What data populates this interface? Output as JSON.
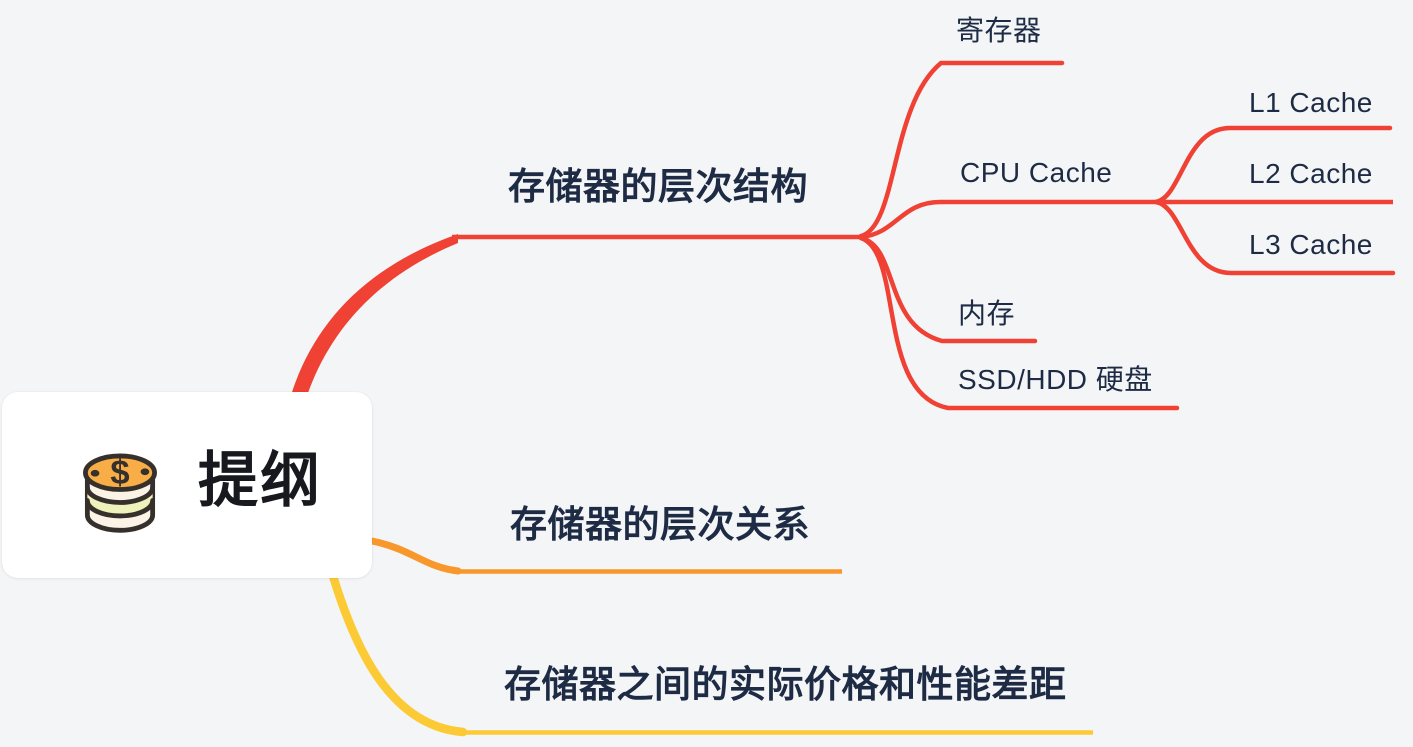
{
  "colors": {
    "background": "#F4F5F6",
    "red": "#EF4134",
    "orange": "#F8982C",
    "yellow": "#FCCA35",
    "text": "#1E2B45",
    "root_text": "#17191E",
    "root_box": "#FFFFFF",
    "icon_orange": "#F8AD47",
    "icon_cream": "#FAF3E6",
    "icon_green": "#EFF2BA",
    "icon_outline": "#35302B"
  },
  "root": {
    "label": "提纲",
    "icon": "coin-stack"
  },
  "branches": [
    {
      "label": "存储器的层次结构",
      "color": "red",
      "children": [
        {
          "label": "寄存器",
          "children": []
        },
        {
          "label": "CPU Cache",
          "children": [
            {
              "label": "L1 Cache"
            },
            {
              "label": "L2 Cache"
            },
            {
              "label": "L3 Cache"
            }
          ]
        },
        {
          "label": "内存",
          "children": []
        },
        {
          "label": "SSD/HDD 硬盘",
          "children": []
        }
      ]
    },
    {
      "label": "存储器的层次关系",
      "color": "orange",
      "children": []
    },
    {
      "label": "存储器之间的实际价格和性能差距",
      "color": "yellow",
      "children": []
    }
  ]
}
